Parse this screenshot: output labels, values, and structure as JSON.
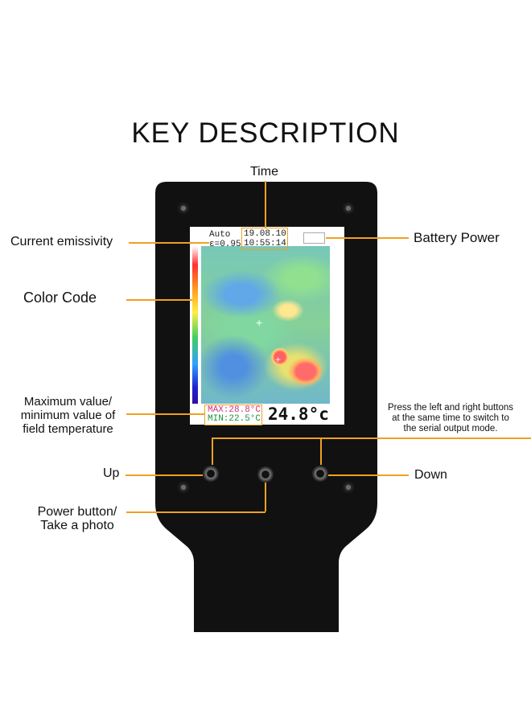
{
  "title": "KEY DESCRIPTION",
  "labels": {
    "time": "Time",
    "current_emissivity": "Current emissivity",
    "battery_power": "Battery Power",
    "color_code": "Color Code",
    "maxmin_line1": "Maximum value/",
    "maxmin_line2": "minimum value of",
    "maxmin_line3": "field temperature",
    "serial_line1": "Press the left and right buttons",
    "serial_line2": "at the same time to switch to",
    "serial_line3": "the serial output mode.",
    "up": "Up",
    "down": "Down",
    "power_line1": "Power button/",
    "power_line2": "Take a photo"
  },
  "screen": {
    "mode": "Auto",
    "emissivity": "ε=0.95",
    "date": "19.08.10",
    "time": "10:55:14",
    "max": "MAX:28.8°C",
    "min": "MIN:22.5°C",
    "center_temp": "24.8°c"
  }
}
